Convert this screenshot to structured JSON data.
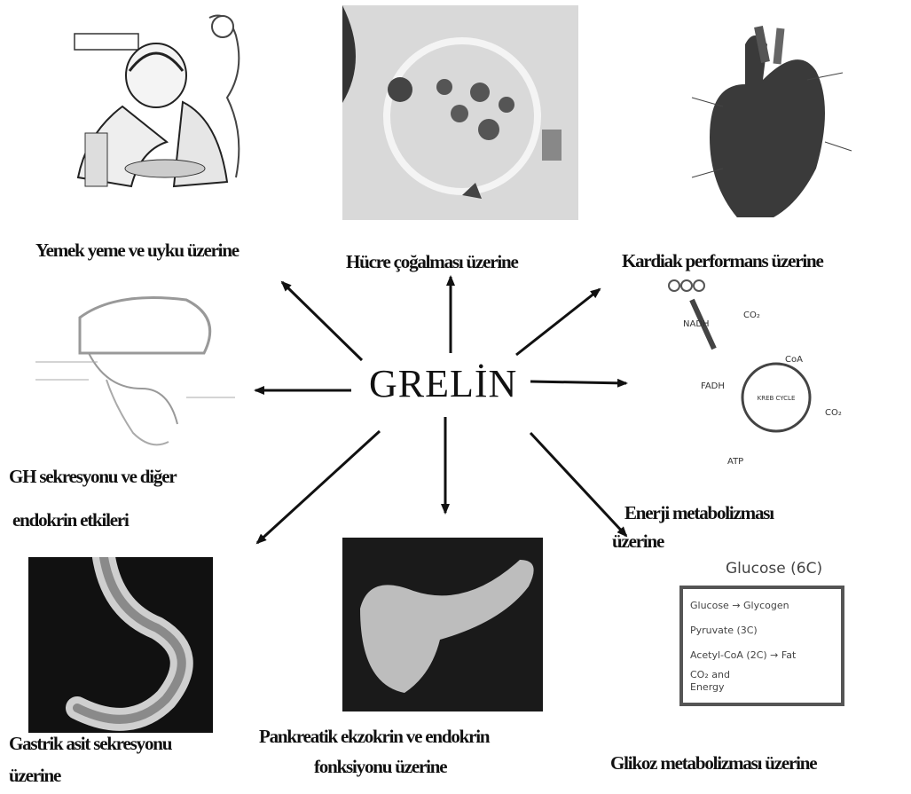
{
  "center": "GRELİN",
  "labels": {
    "eating": "Yemek yeme ve uyku üzerine",
    "cell": "Hücre çoğalması üzerine",
    "cardiac": "Kardiak performans üzerine",
    "gh_line1": "GH sekresyonu ve  diğer",
    "gh_line2": "endokrin etkileri",
    "energy_line1": "Enerji metabolizması",
    "energy_line2": "üzerine",
    "gastric_line1": "Gastrik asit sekresyonu",
    "gastric_line2": "üzerine",
    "pancreas_line1": "Pankreatik ekzokrin ve endokrin",
    "pancreas_line2": "fonksiyonu üzerine",
    "glucose": "Glikoz metabolizması üzerine"
  },
  "glucose_panel": {
    "title": "Glucose (6C)",
    "rows": [
      "Glucose → Glycogen",
      "Pyruvate (3C)",
      "Acetyl-CoA (2C) → Fat",
      "CO₂ and",
      "Energy"
    ]
  },
  "krebs_panel": {
    "cycle_label": "KREB CYCLE",
    "labels": [
      "CO₂",
      "CoA",
      "NADH",
      "FADH",
      "ATP",
      "CO₂"
    ]
  },
  "colors": {
    "arrow": "#111111",
    "cell_bg": "#d9d9d9",
    "heart": "#3a3a3a",
    "pancreas_bg": "#1a1a1a"
  }
}
